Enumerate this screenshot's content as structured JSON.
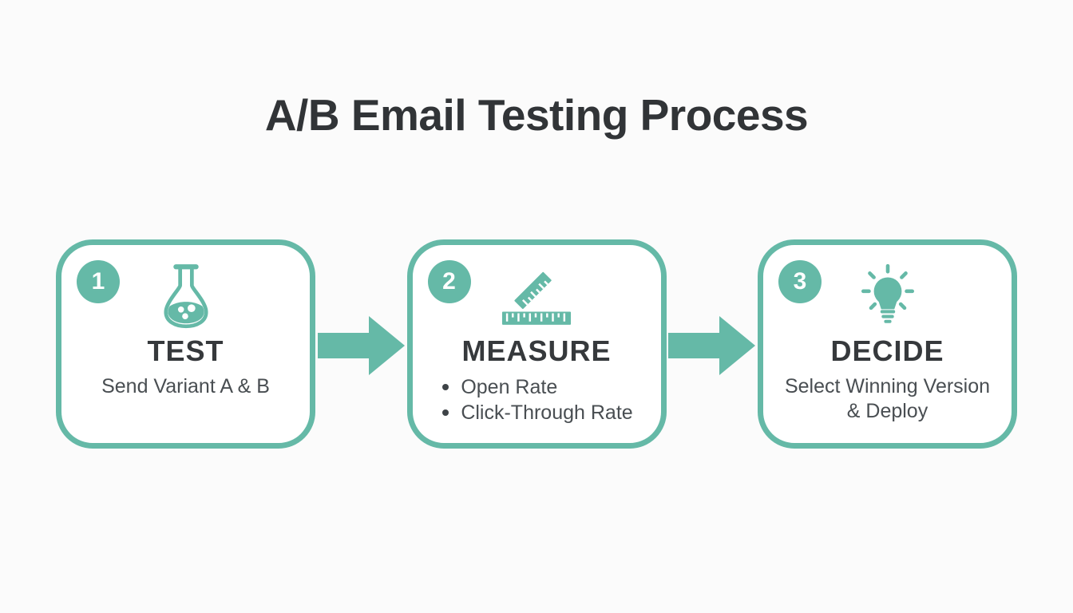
{
  "title": "A/B Email Testing Process",
  "colors": {
    "teal": "#65b9a7",
    "heading": "#313437",
    "body_text": "#494e52",
    "background": "#fbfbfb",
    "card_background": "#ffffff"
  },
  "steps": [
    {
      "number": "1",
      "icon": "flask-icon",
      "heading": "TEST",
      "description": "Send Variant A & B"
    },
    {
      "number": "2",
      "icon": "ruler-icon",
      "heading": "MEASURE",
      "bullets": [
        "Open Rate",
        "Click-Through Rate"
      ]
    },
    {
      "number": "3",
      "icon": "lightbulb-icon",
      "heading": "DECIDE",
      "description_lines": [
        "Select Winning Version",
        "& Deploy"
      ]
    }
  ]
}
